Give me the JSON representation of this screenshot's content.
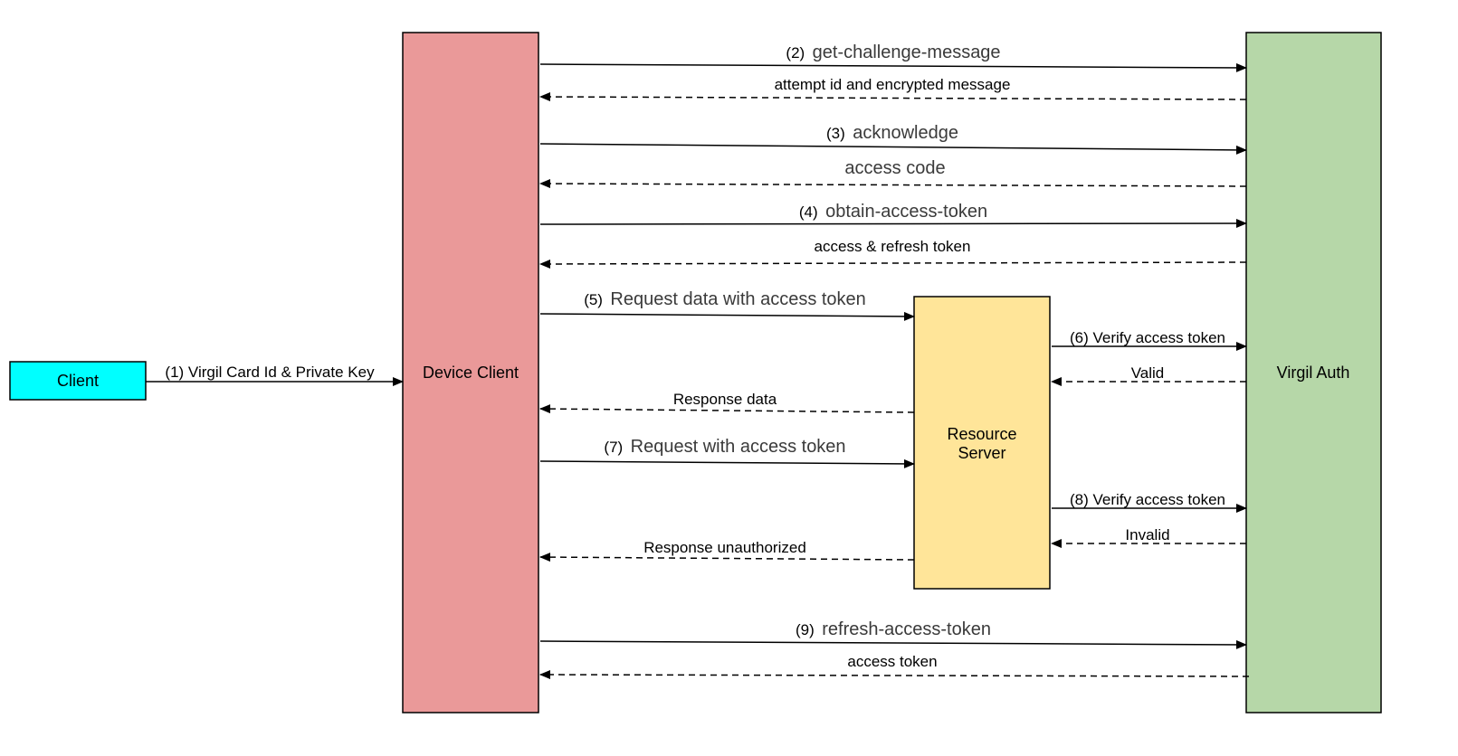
{
  "nodes": {
    "client": {
      "label": "Client",
      "color": "#00ffff"
    },
    "device_client": {
      "label": "Device Client",
      "color": "#ea9999"
    },
    "resource_server": {
      "line1": "Resource",
      "line2": "Server",
      "color": "#ffe599"
    },
    "virgil_auth": {
      "label": "Virgil Auth",
      "color": "#b6d7a8"
    }
  },
  "messages": {
    "m1": {
      "text": "(1) Virgil Card Id & Private Key"
    },
    "m2": {
      "step": "(2)",
      "text": "get-challenge-message"
    },
    "m2r": {
      "text": "attempt id and encrypted message"
    },
    "m3": {
      "step": "(3)",
      "text": "acknowledge"
    },
    "m3r": {
      "text": "access code"
    },
    "m4": {
      "step": "(4)",
      "text": "obtain-access-token"
    },
    "m4r": {
      "text": "access & refresh token"
    },
    "m5": {
      "step": "(5)",
      "text": "Request data  with access token"
    },
    "m6": {
      "text": "(6) Verify access token"
    },
    "m6r": {
      "text": "Valid"
    },
    "m5r": {
      "text": "Response data"
    },
    "m7": {
      "step": "(7)",
      "text": "Request  with access token"
    },
    "m8": {
      "text": "(8) Verify access token"
    },
    "m8r": {
      "text": "Invalid"
    },
    "m7r": {
      "text": "Response unauthorized"
    },
    "m9": {
      "step": "(9)",
      "text": "refresh-access-token"
    },
    "m9r": {
      "text": "access token"
    }
  }
}
